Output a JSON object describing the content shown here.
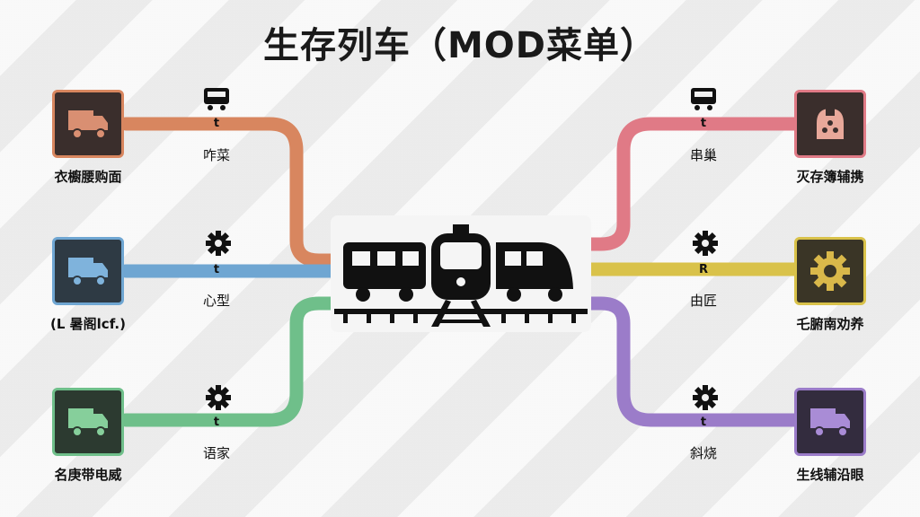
{
  "title": "生存列车（MOD菜单）",
  "colors": {
    "orange": "#d8865f",
    "blue": "#6fa6d2",
    "green": "#6fbf8a",
    "pink": "#e07a86",
    "yellow": "#d9c24a",
    "purple": "#9b7cc9"
  },
  "left": {
    "top": {
      "label": "衣櫥腰购面",
      "node_label": "咋菜",
      "node_letter": "t",
      "icon": "truck-icon",
      "node_icon": "train-front-icon"
    },
    "mid": {
      "label": "(L 暑阁lcf.)",
      "node_label": "心型",
      "node_letter": "t",
      "icon": "truck-icon",
      "node_icon": "gear-icon"
    },
    "bottom": {
      "label": "名庚带电威",
      "node_label": "语家",
      "node_letter": "t",
      "icon": "truck-icon",
      "node_icon": "gear-icon"
    }
  },
  "right": {
    "top": {
      "label": "灭存簿辅携",
      "node_label": "串巢",
      "node_letter": "t",
      "icon": "helmet-icon",
      "node_icon": "train-front-icon"
    },
    "mid": {
      "label": "乇腑南劝养",
      "node_label": "由匠",
      "node_letter": "R",
      "icon": "gear-icon",
      "node_icon": "gear-icon"
    },
    "bottom": {
      "label": "生线辅沿眼",
      "node_label": "斜烧",
      "node_letter": "t",
      "icon": "truck-icon",
      "node_icon": "gear-icon"
    }
  }
}
